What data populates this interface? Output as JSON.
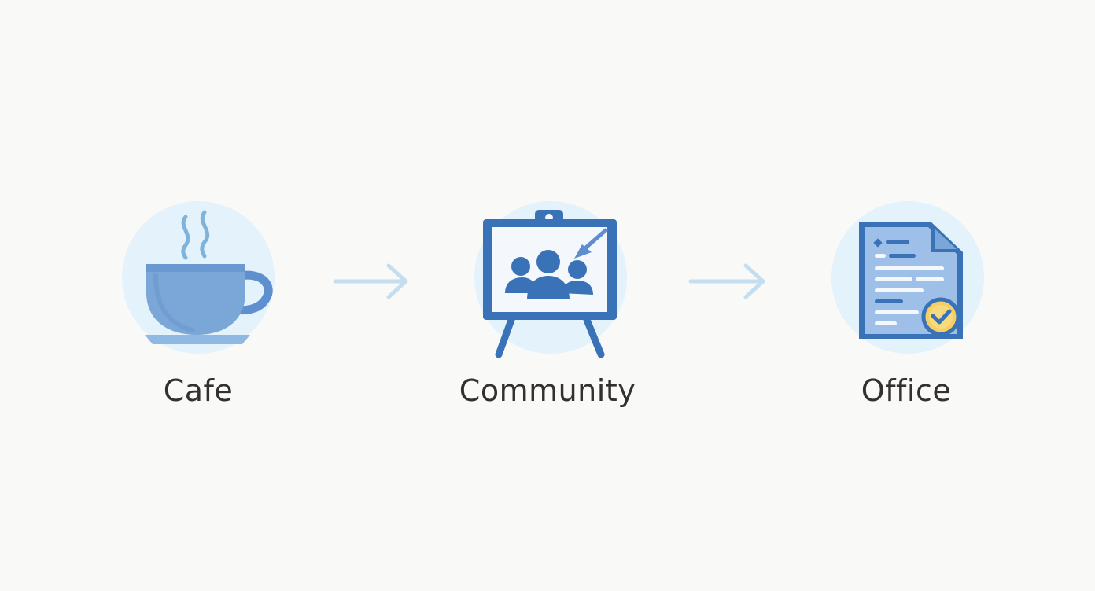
{
  "steps": [
    {
      "id": "cafe",
      "label": "Cafe",
      "icon": "coffee-cup-icon"
    },
    {
      "id": "community",
      "label": "Community",
      "icon": "presentation-board-group-icon"
    },
    {
      "id": "office",
      "label": "Office",
      "icon": "approved-document-icon"
    }
  ],
  "connectors": [
    {
      "from": "cafe",
      "to": "community",
      "icon": "arrow-right-icon"
    },
    {
      "from": "community",
      "to": "office",
      "icon": "arrow-right-icon"
    }
  ],
  "colors": {
    "background": "#f9f9f8",
    "halo": "#e3f2fb",
    "primary_blue": "#3a72b8",
    "light_blue": "#7aa6d8",
    "arrow": "#c3def0",
    "badge_yellow": "#f6cf63",
    "label_text": "#33302f"
  }
}
